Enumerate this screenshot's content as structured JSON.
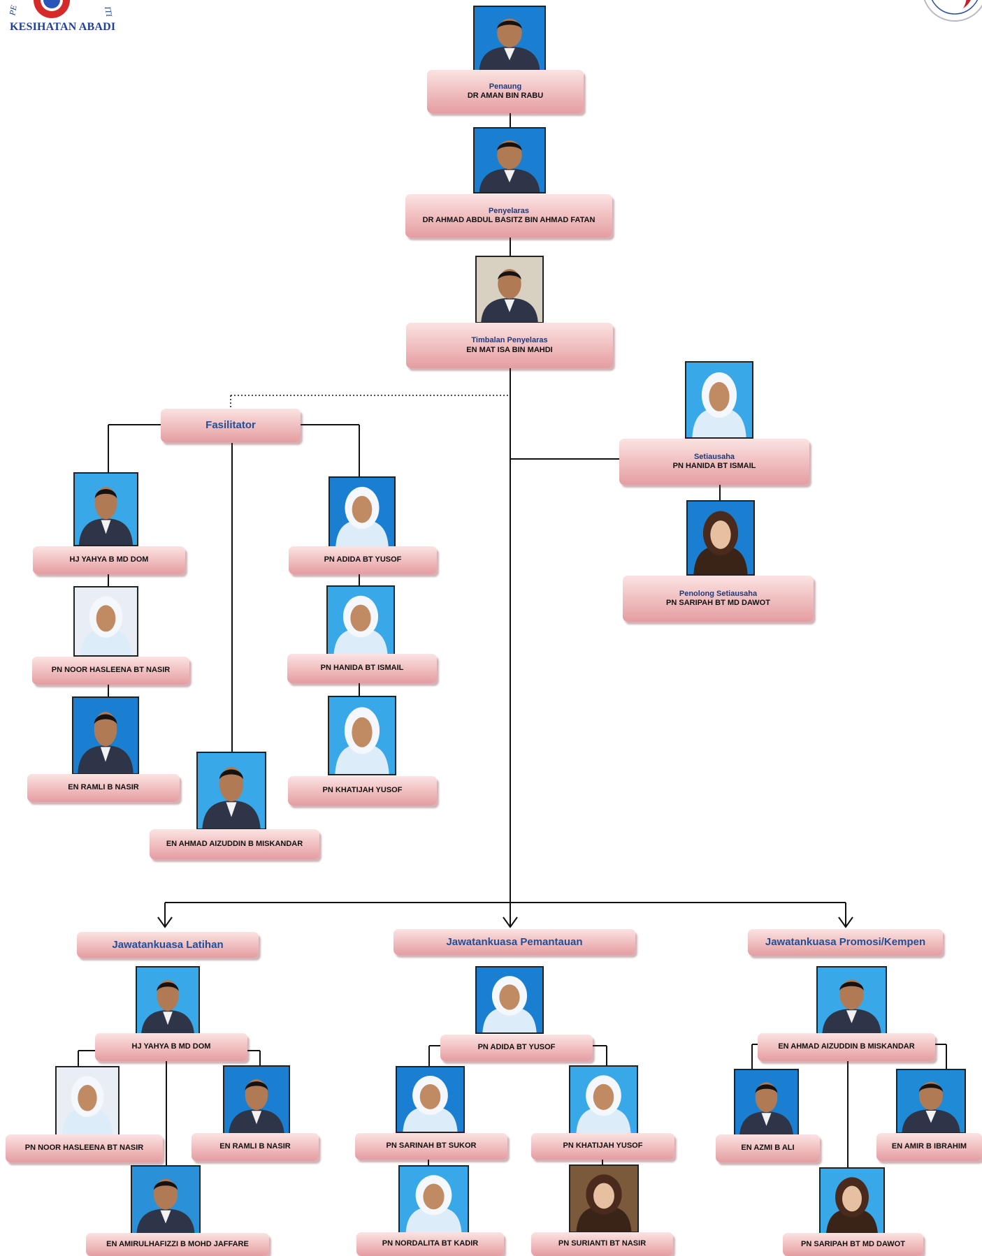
{
  "logo": {
    "text": "KESIHATAN ABADI"
  },
  "patron": {
    "role": "Penaung",
    "name": "DR AMAN BIN RABU"
  },
  "coordinator": {
    "role": "Penyelaras",
    "name": "DR AHMAD ABDUL BASITZ BIN AHMAD FATAN"
  },
  "deputy": {
    "role": "Timbalan Penyelaras",
    "name": "EN MAT ISA BIN MAHDI"
  },
  "secretary": {
    "role": "Setiausaha",
    "name": "PN HANIDA BT ISMAIL"
  },
  "asst_secretary": {
    "role": "Penolong Setiausaha",
    "name": "PN SARIPAH BT MD DAWOT"
  },
  "facilitator": {
    "heading": "Fasilitator",
    "left": [
      "HJ YAHYA B MD DOM",
      "PN NOOR HASLEENA BT NASIR",
      "EN RAMLI B NASIR"
    ],
    "center": "EN AHMAD AIZUDDIN B MISKANDAR",
    "right": [
      "PN ADIDA BT YUSOF",
      "PN HANIDA BT ISMAIL",
      "PN KHATIJAH YUSOF"
    ]
  },
  "committees": {
    "training": {
      "heading": "Jawatankuasa Latihan",
      "lead": "HJ YAHYA B MD DOM",
      "members": [
        "PN NOOR HASLEENA BT NASIR",
        "EN RAMLI B NASIR",
        "EN AMIRULHAFIZZI B MOHD JAFFARE"
      ]
    },
    "monitoring": {
      "heading": "Jawatankuasa Pemantauan",
      "lead": "PN ADIDA BT YUSOF",
      "members": [
        "PN SARINAH BT SUKOR",
        "PN KHATIJAH YUSOF",
        "PN NORDALITA BT KADIR",
        "PN SURIANTI BT NASIR"
      ]
    },
    "promotion": {
      "heading": "Jawatankuasa Promosi/Kempen",
      "lead": "EN AHMAD AIZUDDIN B MISKANDAR",
      "members": [
        "EN AZMI B ALI",
        "EN AMIR B IBRAHIM",
        "PN SARIPAH BT MD DAWOT"
      ]
    }
  }
}
